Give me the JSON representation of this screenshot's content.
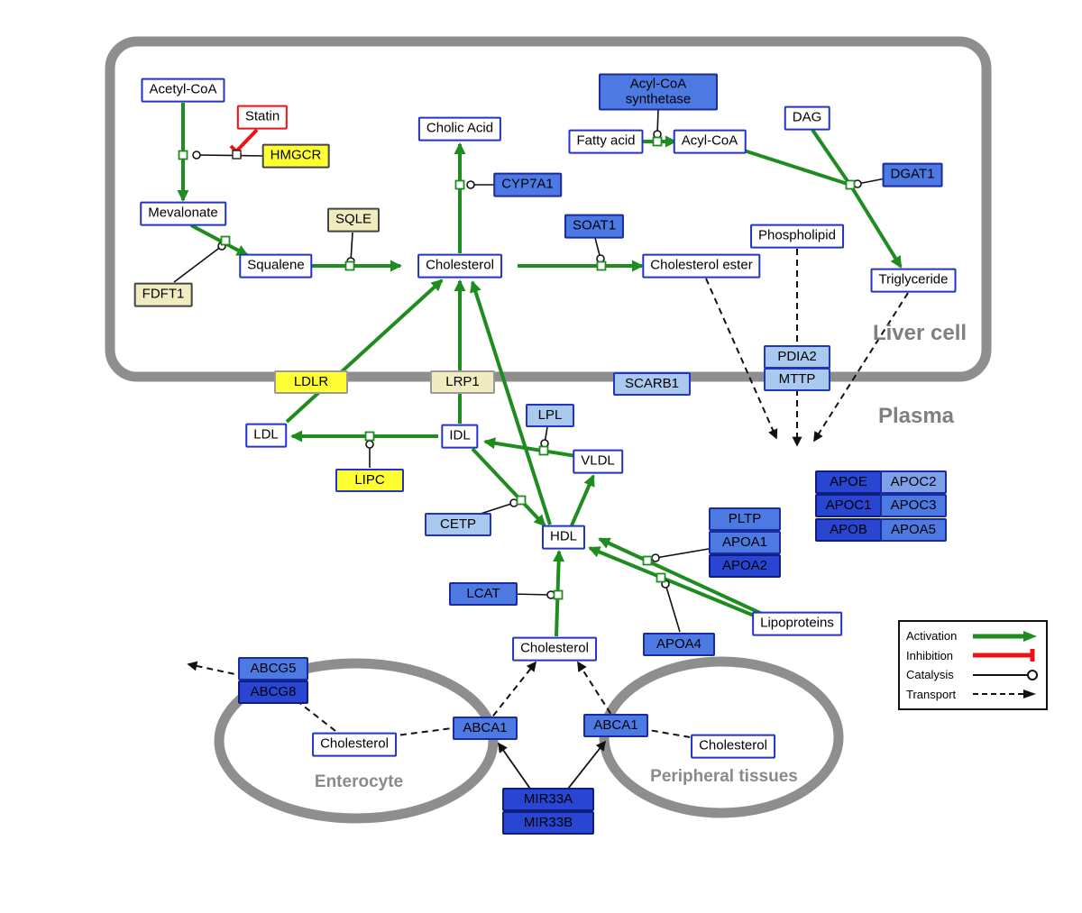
{
  "compartments": {
    "liver_cell": "Liver cell",
    "plasma": "Plasma",
    "enterocyte": "Enterocyte",
    "peripheral_tissues": "Peripheral tissues"
  },
  "nodes": {
    "acetyl_coa": "Acetyl-CoA",
    "statin": "Statin",
    "hmgcr": "HMGCR",
    "mevalonate": "Mevalonate",
    "sqle": "SQLE",
    "fdft1": "FDFT1",
    "squalene": "Squalene",
    "cholesterol_liver": "Cholesterol",
    "cholic_acid": "Cholic Acid",
    "cyp7a1": "CYP7A1",
    "soat1": "SOAT1",
    "cholesterol_ester": "Cholesterol ester",
    "acyl_coa_synthetase": "Acyl-CoA synthetase",
    "fatty_acid": "Fatty acid",
    "acyl_coa": "Acyl-CoA",
    "dag": "DAG",
    "dgat1": "DGAT1",
    "phospholipid": "Phospholipid",
    "triglyceride": "Triglyceride",
    "pdia2": "PDIA2",
    "mttp": "MTTP",
    "ldlr": "LDLR",
    "lrp1": "LRP1",
    "scarb1": "SCARB1",
    "ldl": "LDL",
    "idl": "IDL",
    "lpl": "LPL",
    "vldl": "VLDL",
    "lipc": "LIPC",
    "cetp": "CETP",
    "hdl": "HDL",
    "pltp": "PLTP",
    "apoa1": "APOA1",
    "apoa2": "APOA2",
    "lcat": "LCAT",
    "apoa4": "APOA4",
    "lipoproteins": "Lipoproteins",
    "apoe": "APOE",
    "apoc2": "APOC2",
    "apoc1": "APOC1",
    "apoc3": "APOC3",
    "apob": "APOB",
    "apoa5": "APOA5",
    "cholesterol_plasma": "Cholesterol",
    "abcg5": "ABCG5",
    "abcg8": "ABCG8",
    "cholesterol_enterocyte": "Cholesterol",
    "abca1_enterocyte": "ABCA1",
    "abca1_peripheral": "ABCA1",
    "cholesterol_peripheral": "Cholesterol",
    "mir33a": "MIR33A",
    "mir33b": "MIR33B"
  },
  "legend": {
    "activation": "Activation",
    "inhibition": "Inhibition",
    "catalysis": "Catalysis",
    "transport": "Transport"
  },
  "colors": {
    "activation_green": "#1e8c1e",
    "inhibition_red": "#ee1111",
    "node_yellow": "#ffff33",
    "node_pale_yellow": "#f0ecc0",
    "node_blue_light": "#a9c9ee",
    "node_blue_medium": "#4d79e2",
    "node_blue_soft": "#7da0e8",
    "node_blue_dark": "#2946d2",
    "node_border_blue": "#2233cc",
    "membrane_gray": "#8e8e8e"
  }
}
